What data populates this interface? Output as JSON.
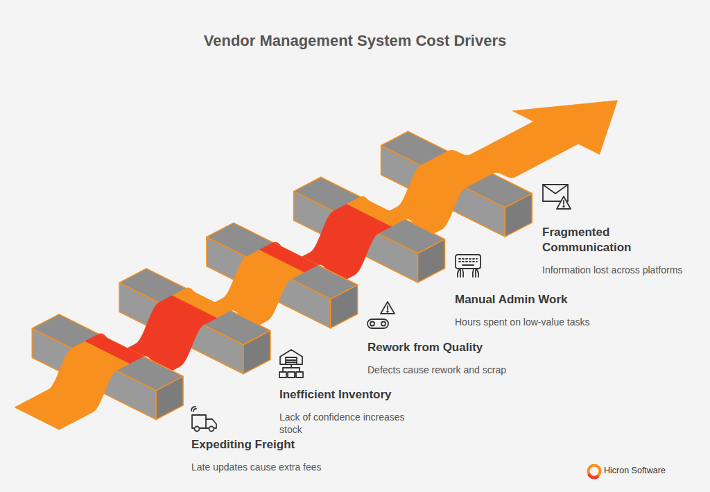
{
  "diagram": {
    "title": "Vendor Management System Cost Drivers",
    "nodes": [
      {
        "text": [
          "Expediting Freight",
          "Late updates cause extra fees"
        ]
      },
      {
        "text": [
          "Inefficient Inventory",
          "Lack of confidence increases stock"
        ]
      },
      {
        "text": [
          "Rework from Quality",
          "Defects cause rework and scrap"
        ]
      },
      {
        "text": [
          "Manual Admin Work",
          "Hours spent on low-value tasks"
        ]
      },
      {
        "text": [
          "Fragmented Communication",
          "Information lost across platforms"
        ]
      }
    ],
    "labels": [
      "Hicron Software"
    ]
  }
}
